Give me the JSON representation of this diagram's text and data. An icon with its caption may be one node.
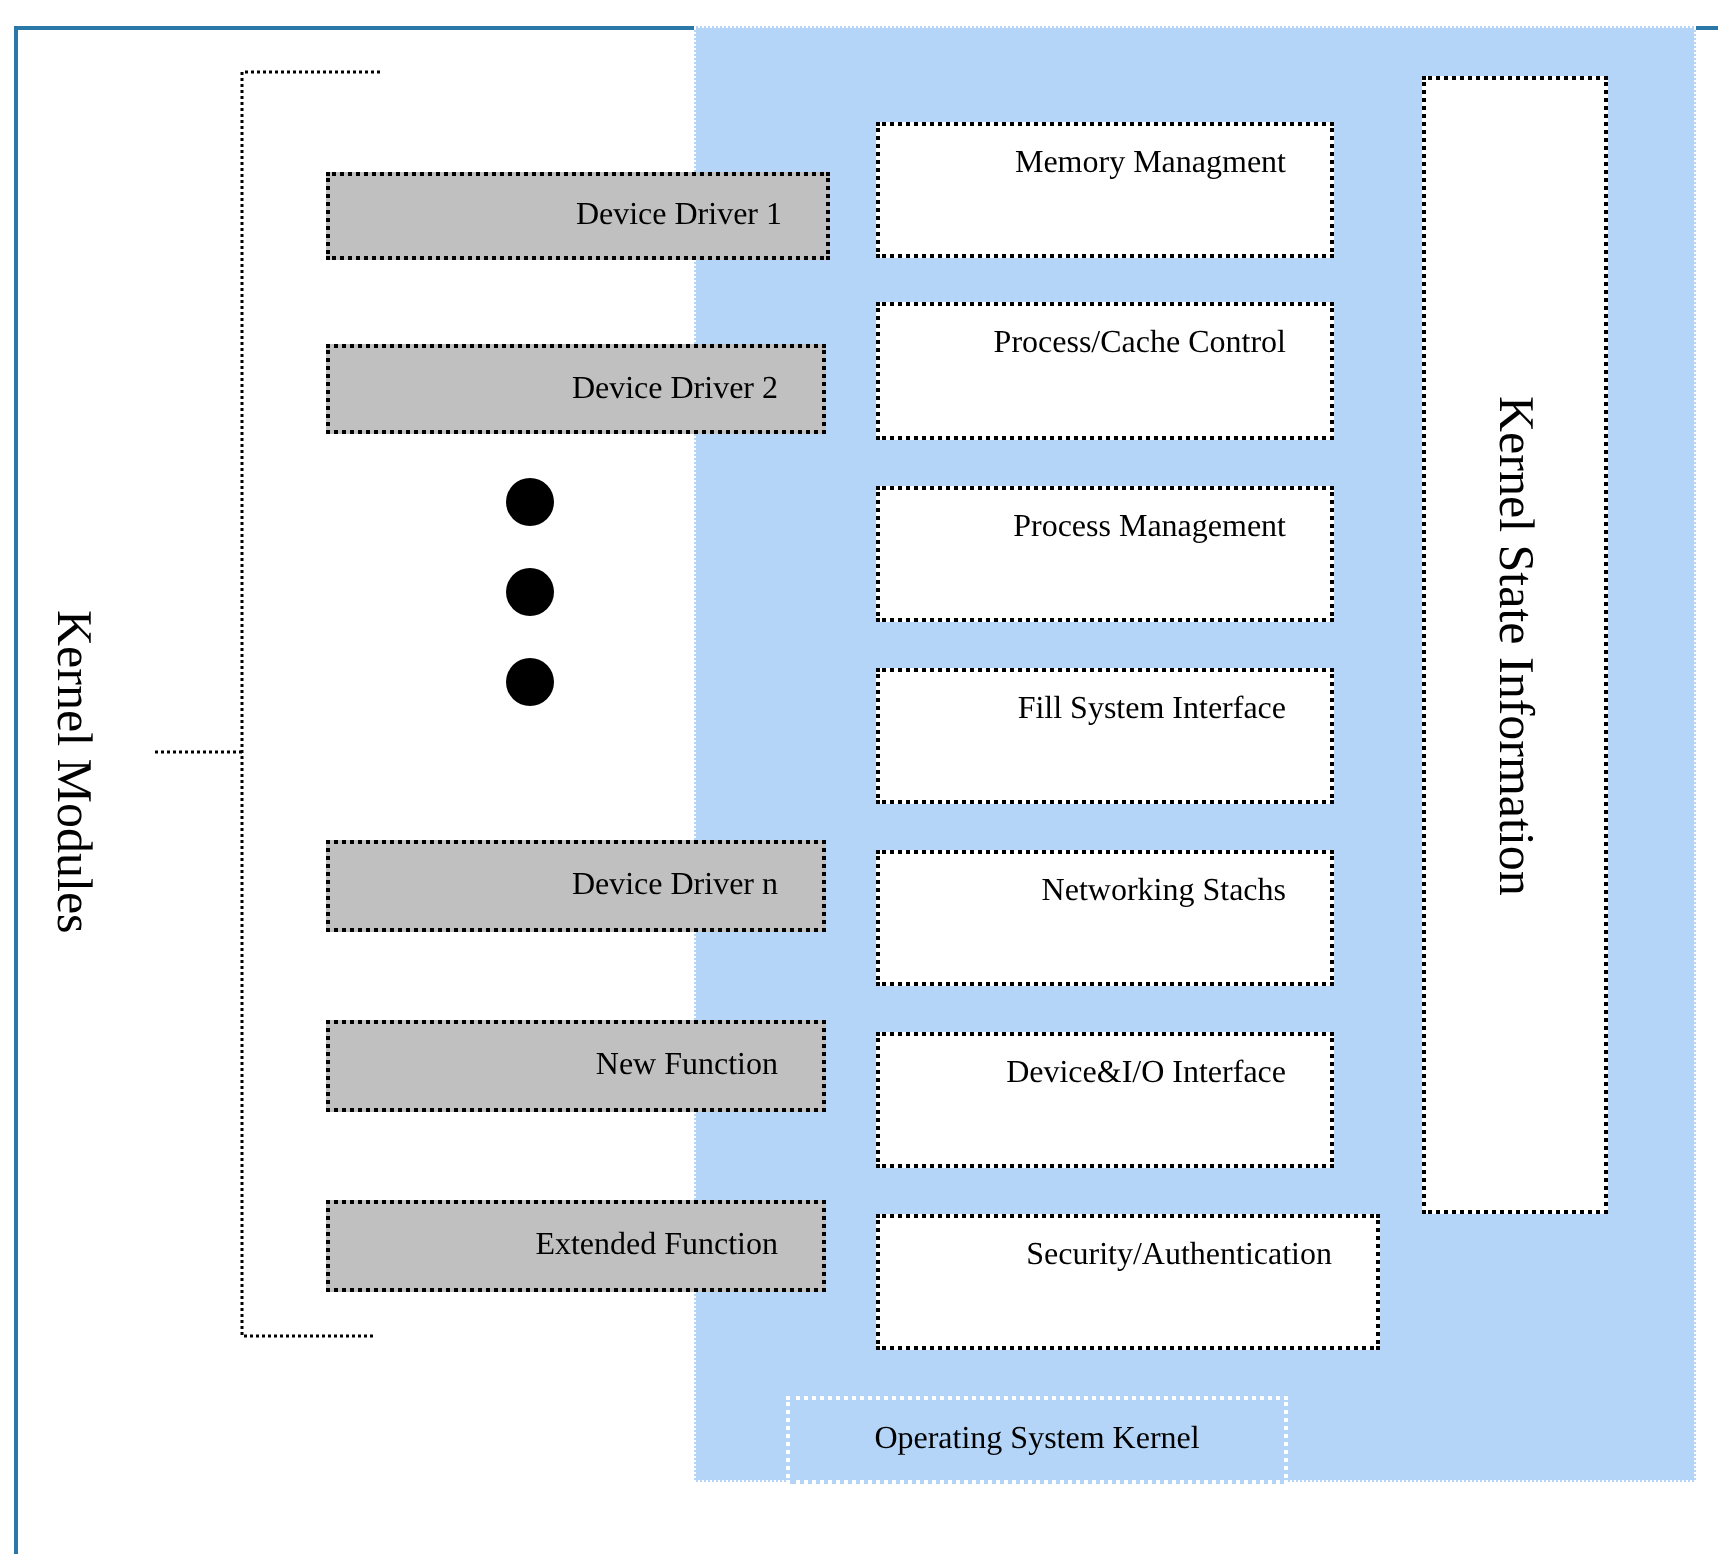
{
  "diagram": {
    "nodes": [
      {
        "text": [],
        "shape": "box"
      },
      {
        "text": [
          "Device Driver 1"
        ]
      },
      {
        "text": [
          "Device Driver 2"
        ]
      },
      {
        "text": [],
        "shape": "circle"
      },
      {
        "text": [],
        "shape": "circle"
      },
      {
        "text": [],
        "shape": "circle"
      },
      {
        "text": [
          "Device Driver n"
        ]
      },
      {
        "text": [
          "New Function"
        ]
      },
      {
        "text": [
          "Extended Function"
        ]
      },
      {
        "text": [
          "Memory Managment"
        ],
        "in": 0
      },
      {
        "text": [
          "Process/Cache Control"
        ],
        "in": 0
      },
      {
        "text": [
          "Process Management"
        ],
        "in": 0
      },
      {
        "text": [
          "Fill System Interface"
        ],
        "in": 0
      },
      {
        "text": [
          "Networking Stachs"
        ],
        "in": 0
      },
      {
        "text": [
          "Device&I/O Interface"
        ],
        "in": 0
      },
      {
        "text": [
          "Security/Authentication"
        ],
        "in": 0
      },
      {
        "text": [
          "Kernel State Information"
        ],
        "in": 0
      },
      {
        "text": [
          "Operating System Kernel"
        ],
        "in": 0
      }
    ],
    "labels": [
      "Kernel Modules"
    ]
  }
}
